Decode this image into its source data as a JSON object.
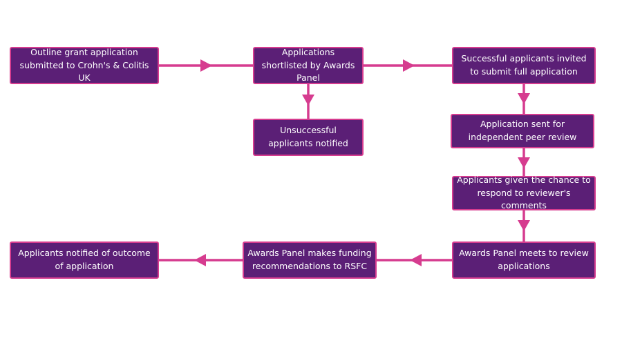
{
  "colors": {
    "box_fill": "#5b1f76",
    "box_border": "#d63c8f",
    "connector": "#d63c8f",
    "text": "#ffffff",
    "background": "#ffffff"
  },
  "steps": {
    "outline_application": "Outline grant application submitted to Crohn's & Colitis UK",
    "shortlisted": "Applications shortlisted by Awards Panel",
    "invited_full": "Successful applicants invited to submit full application",
    "unsuccessful": "Unsuccessful applicants notified",
    "peer_review": "Application sent for independent peer review",
    "respond_comments": "Applicants given the chance to respond to reviewer's comments",
    "panel_meets": "Awards Panel meets to review applications",
    "funding_recommendations": "Awards Panel makes funding recommendations to RSFC",
    "notified_outcome": "Applicants notified of outcome of application"
  }
}
